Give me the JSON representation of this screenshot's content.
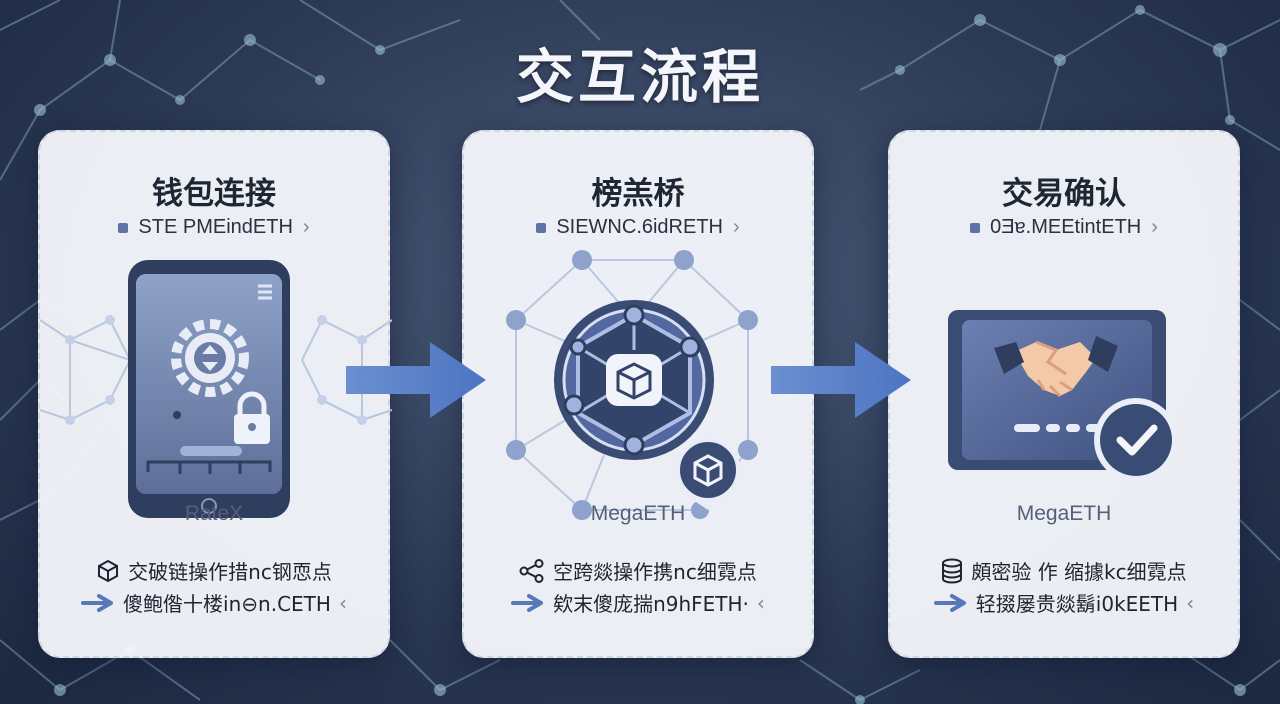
{
  "title": "交互流程",
  "colors": {
    "accent": "#5878b8",
    "icon_dark": "#3d4f78",
    "card_bg": "#f6f8fc",
    "background": "#2c3a55"
  },
  "steps": [
    {
      "title": "钱包连接",
      "step_line": "STE PMEindETH",
      "brand": "RateX",
      "row1_icon": "cube-icon",
      "row1_text": "交破链操作措nc钢恧点",
      "row2_icon": "arrow-right-icon",
      "row2_text": "傻鲍偺十楼in⊖n.CETH",
      "illustration": "phone-gear-lock"
    },
    {
      "title": "榜羔桥",
      "step_line": "SIEWNC.6idRETH",
      "brand": "MegaETH",
      "row1_icon": "share-nodes-icon",
      "row1_text": "空跨燚操作携nc细霓点",
      "row2_icon": "arrow-right-icon",
      "row2_text": "欸末傻庞揣n9hFETH·",
      "illustration": "hexagon-bridge"
    },
    {
      "title": "交易确认",
      "step_line": "0Ǝɐ.MEEtintETH",
      "brand": "MegaETH",
      "row1_icon": "database-icon",
      "row1_text": "頗密验 作 缩據kc细霓点",
      "row2_icon": "arrow-right-icon",
      "row2_text": "轻掇屡贵燚鬍i0kEETH",
      "illustration": "handshake-check"
    }
  ]
}
